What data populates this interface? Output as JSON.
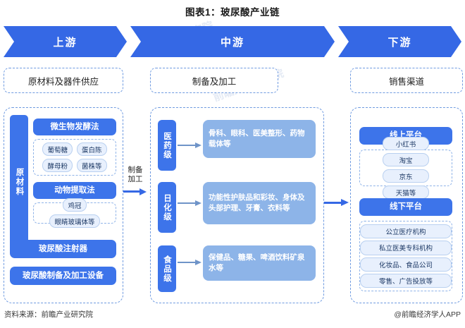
{
  "title": "图表1：玻尿酸产业链",
  "banner": {
    "stages": [
      {
        "key": "upstream",
        "label": "上游"
      },
      {
        "key": "midstream",
        "label": "中游"
      },
      {
        "key": "downstream",
        "label": "下游"
      }
    ]
  },
  "sections": {
    "upstream": {
      "header": "原材料及器件供应",
      "rail_label": "原材料",
      "methods": [
        {
          "name": "微生物发酵法",
          "tags": [
            "葡萄糖",
            "蛋白陈",
            "酵母粉",
            "菌株等"
          ]
        },
        {
          "name": "动物提取法",
          "tags": [
            "鸡冠",
            "眼睛玻璃体等"
          ]
        }
      ],
      "devices": [
        "玻尿酸注射器",
        "玻尿酸制备及加工设备"
      ]
    },
    "midstream": {
      "header": "制备及加工",
      "grades": [
        {
          "grade": "医药级",
          "products": "骨科、眼科、医美整形、药物载体等"
        },
        {
          "grade": "日化级",
          "products": "功能性护肤品和彩妆、身体及头部护理、牙膏、衣料等"
        },
        {
          "grade": "食品级",
          "products": "保健品、糖果、啤酒饮料矿泉水等"
        }
      ]
    },
    "downstream": {
      "header": "销售渠道",
      "channels": [
        {
          "name": "线上平台",
          "items": [
            "小红书",
            "淘宝",
            "京东",
            "天猫等"
          ]
        },
        {
          "name": "线下平台",
          "items": [
            "公立医疗机构",
            "私立医美专科机构",
            "化妆品、食品公司",
            "零售、广告投放等"
          ]
        }
      ]
    }
  },
  "connectors": {
    "up_to_mid": "制备\n加工",
    "up_to_mid_line1": "制备",
    "up_to_mid_line2": "加工"
  },
  "footer": {
    "source": "资料来源：前瞻产业研究院",
    "brand": "@前瞻经济学人APP"
  },
  "watermarks": [
    "前瞻产业研究院",
    "前瞻产业研究院",
    "前瞻产业研究院"
  ],
  "colors": {
    "banner_blue": "#3568e5",
    "box_blue": "#3d74ea",
    "product_blue": "#8db4e8",
    "tag_fill": "#e8f0fd",
    "dashed_border": "#6e9ae0"
  }
}
